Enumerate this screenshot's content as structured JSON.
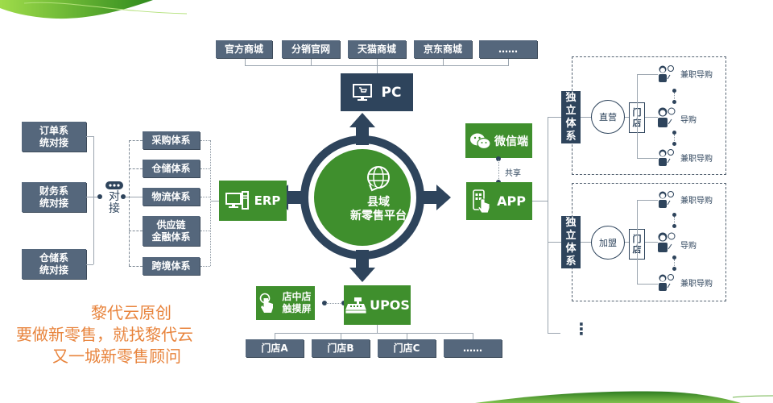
{
  "colors": {
    "slate_box": "#55677c",
    "navy": "#2e445c",
    "green": "#3f8f2d",
    "orange_text": "#e8843d",
    "line": "#9ba5af"
  },
  "pc": {
    "label": "PC",
    "icon": "monitor-cart-icon",
    "channels": [
      "官方商城",
      "分销官网",
      "天猫商城",
      "京东商城",
      "……"
    ]
  },
  "center": {
    "icon": "globe-icon",
    "line1": "县域",
    "line2": "新零售平台"
  },
  "erp": {
    "label": "ERP",
    "icon": "computer-tower-icon",
    "systems": [
      "采购体系",
      "仓储体系",
      "物流体系",
      "供应链\n金融体系",
      "跨境体系"
    ]
  },
  "left_systems": [
    {
      "line1": "订单系",
      "line2": "统对接"
    },
    {
      "line1": "财务系",
      "line2": "统对接"
    },
    {
      "line1": "仓储系",
      "line2": "统对接"
    }
  ],
  "connector": {
    "icon": "chat-bubble-icon",
    "line1": "对",
    "line2": "接"
  },
  "wechat": {
    "label": "微信端",
    "icon": "wechat-icon"
  },
  "share_label": "共享",
  "app": {
    "label": "APP",
    "icon": "phone-touch-icon"
  },
  "upos": {
    "label": "UPOS",
    "icon": "cash-register-icon",
    "touch_line1": "店中店",
    "touch_line2": "触摸屏",
    "touch_icon": "touch-hand-icon",
    "stores": [
      "门店A",
      "门店B",
      "门店C",
      "……"
    ]
  },
  "independent_systems": [
    {
      "title": [
        "独",
        "立",
        "体",
        "系"
      ],
      "type": "直营",
      "store": [
        "门",
        "店"
      ],
      "staff": [
        "兼职导购",
        "导购",
        "兼职导购"
      ]
    },
    {
      "title": [
        "独",
        "立",
        "体",
        "系"
      ],
      "type": "加盟",
      "store": [
        "门",
        "店"
      ],
      "staff": [
        "兼职导购",
        "导购",
        "兼职导购"
      ]
    }
  ],
  "more_symbol": "⋮",
  "slogan": {
    "line1": "黎代云原创",
    "line2": "要做新零售，就找黎代云",
    "line3": "又一城新零售顾问"
  }
}
